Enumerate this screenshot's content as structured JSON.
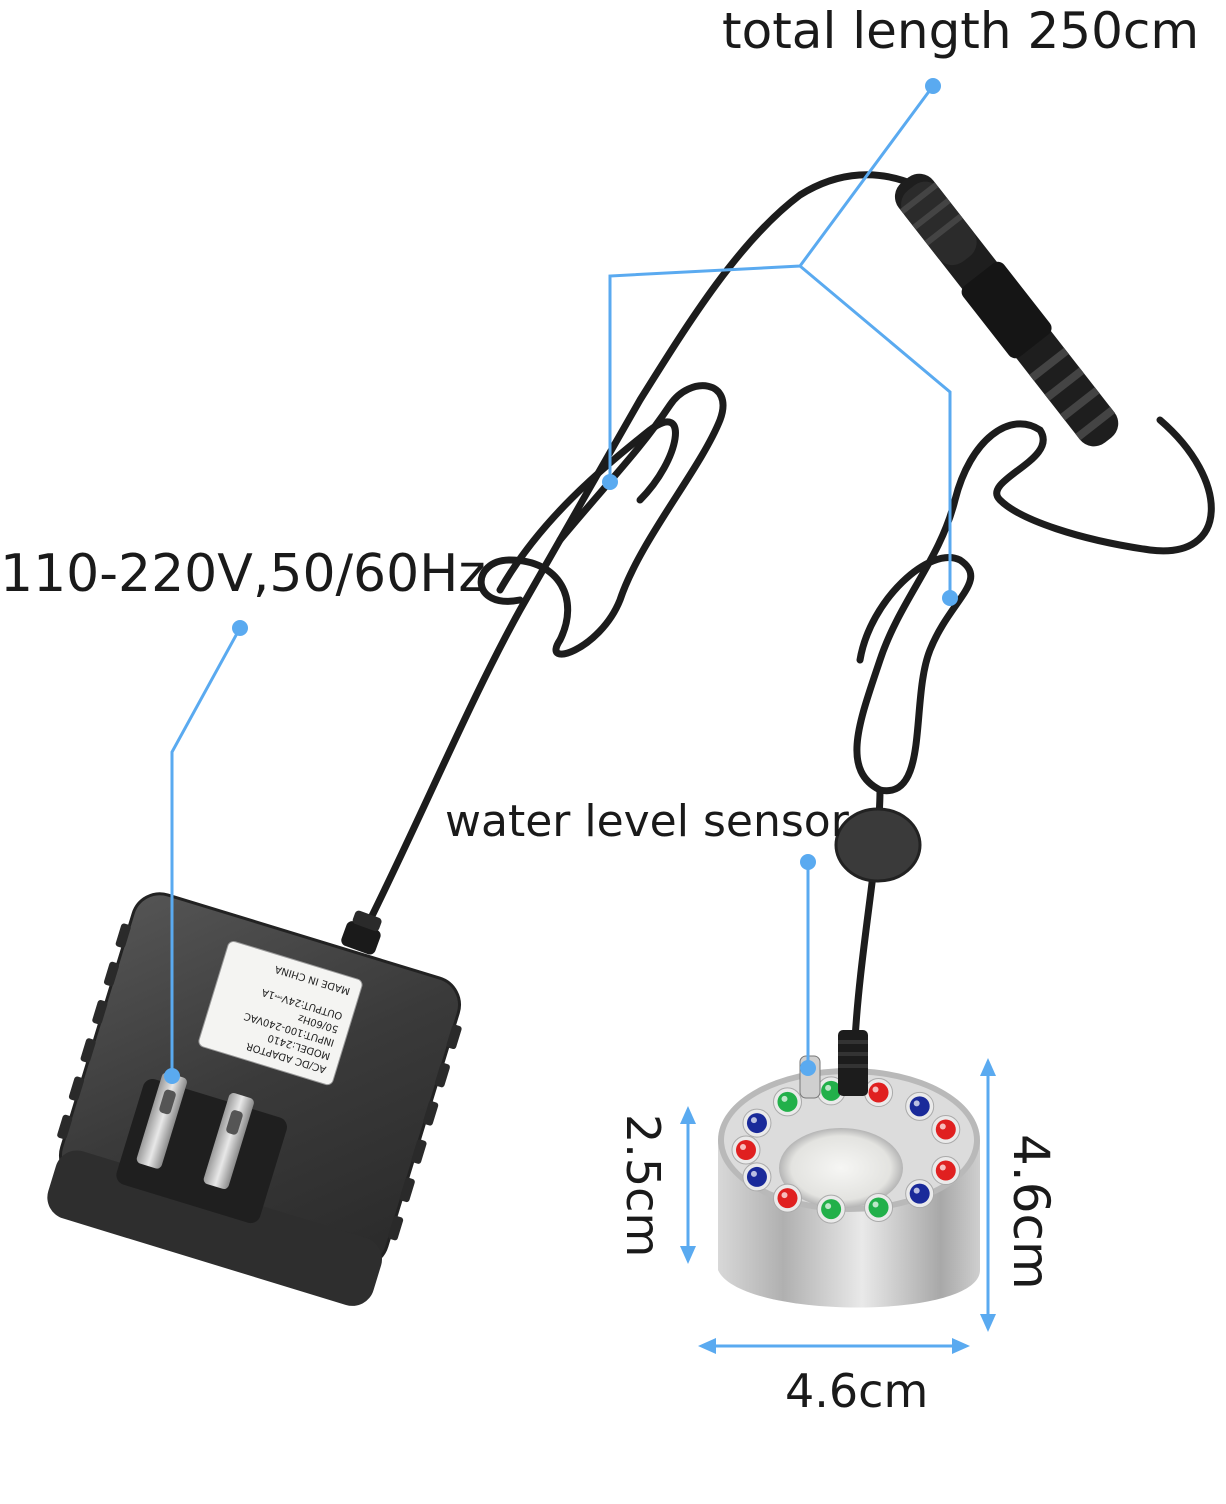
{
  "labels": {
    "total_length": "total length 250cm",
    "voltage": "110-220V,50/60Hz",
    "sensor": "water level sensor",
    "height": "2.5cm",
    "diameter_vertical": "4.6cm",
    "diameter_horizontal": "4.6cm"
  },
  "adapter_plate": {
    "brand": "AC/DC ADAPTOR",
    "model": "MODEL:2410",
    "input": "INPUT:100-240VAC",
    "freq": "50/60Hz",
    "output": "OUTPUT:24V⎓1A",
    "origin": "MADE IN CHINA"
  },
  "colors": {
    "callout": "#5aaaf0",
    "cable": "#1c1c1c",
    "adapter": "#3a3a3a",
    "led_red": "#e02020",
    "led_green": "#22b04a",
    "led_blue": "#1a2a9a",
    "steel": "#c8c8c8"
  },
  "leds": [
    "red",
    "blue",
    "green",
    "green",
    "red",
    "blue",
    "red",
    "blue",
    "green",
    "green",
    "red",
    "blue",
    "red"
  ]
}
